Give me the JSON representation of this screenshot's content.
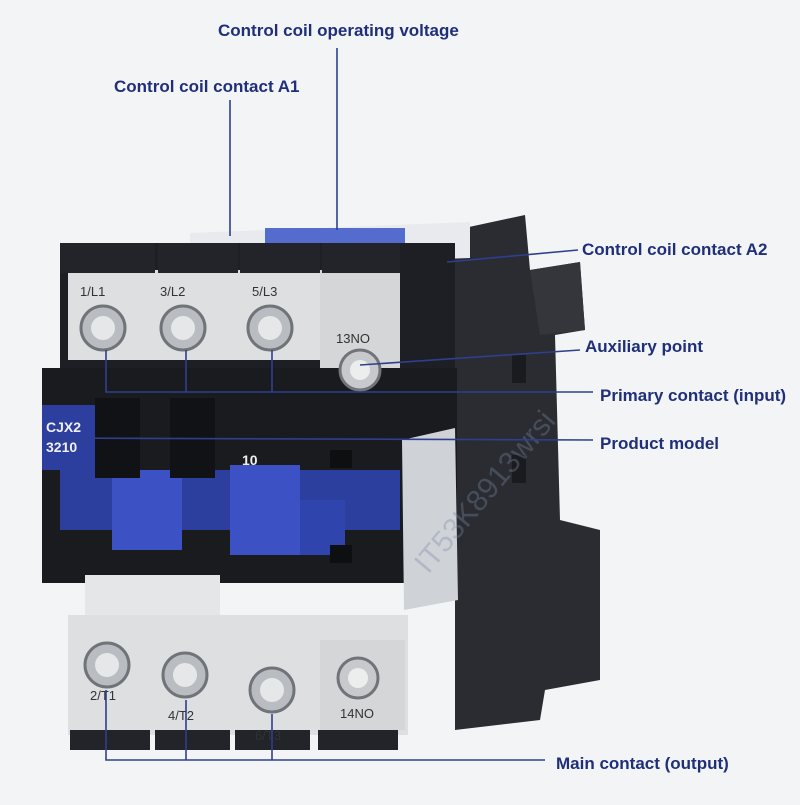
{
  "callouts": {
    "coil_voltage": "Control coil operating voltage",
    "coil_a1": "Control coil contact A1",
    "coil_a2": "Control coil contact A2",
    "auxiliary": "Auxiliary point",
    "primary_input": "Primary contact (input)",
    "product_model": "Product model",
    "main_output": "Main contact (output)"
  },
  "terminals_top": [
    "1/L1",
    "3/L2",
    "5/L3",
    "13NO"
  ],
  "terminals_bottom": [
    "2/T1",
    "4/T2",
    "6/T3",
    "14NO"
  ],
  "model": {
    "line1": "CJX2",
    "line2": "3210",
    "aux_code": "10"
  },
  "watermark": "IT53K8913wrsi",
  "colors": {
    "label": "#1f2f7a",
    "leader": "#2e3f8f",
    "body": "#1d1f24",
    "blue_slider": "#2d3f9e",
    "terminal_block": "#dedfe0"
  }
}
